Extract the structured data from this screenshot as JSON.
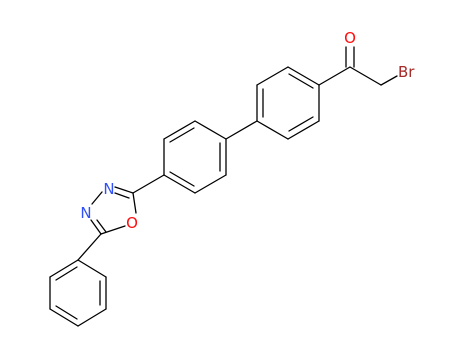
{
  "molecule": {
    "atoms": {
      "oxygen_carbonyl": "O",
      "bromine": "Br",
      "nitrogen_1": "N",
      "nitrogen_2": "N",
      "oxygen_ring": "O"
    },
    "colors": {
      "bond": "#000000",
      "oxygen": "#ff0d0d",
      "nitrogen": "#3050f8",
      "bromine": "#a62929"
    }
  }
}
